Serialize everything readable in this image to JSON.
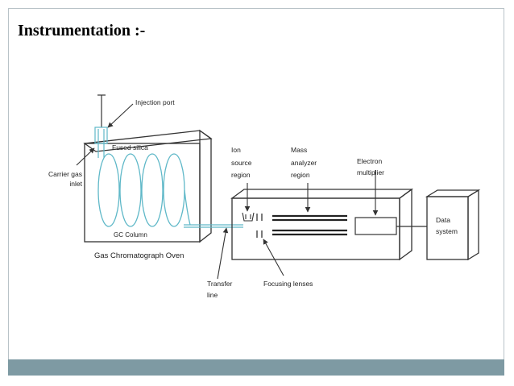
{
  "slide": {
    "title": "Instrumentation :-"
  },
  "diagram": {
    "labels": {
      "injection_port": "Injection port",
      "fused_silica": "Fused silica",
      "carrier_gas_line1": "Carrier gas",
      "carrier_gas_line2": "inlet",
      "gc_column": "GC Column",
      "oven": "Gas Chromatograph Oven",
      "ion_source_line1": "Ion",
      "ion_source_line2": "source",
      "ion_source_line3": "region",
      "mass_analyzer_line1": "Mass",
      "mass_analyzer_line2": "analyzer",
      "mass_analyzer_line3": "region",
      "electron_multiplier_line1": "Electron",
      "electron_multiplier_line2": "multiplier",
      "data_system_line1": "Data",
      "data_system_line2": "system",
      "transfer_line_line1": "Transfer",
      "transfer_line_line2": "line",
      "focusing_lenses": "Focusing lenses"
    },
    "colors": {
      "outline": "#333333",
      "column": "#5fb8c8",
      "footer": "#7e9aa3"
    }
  }
}
